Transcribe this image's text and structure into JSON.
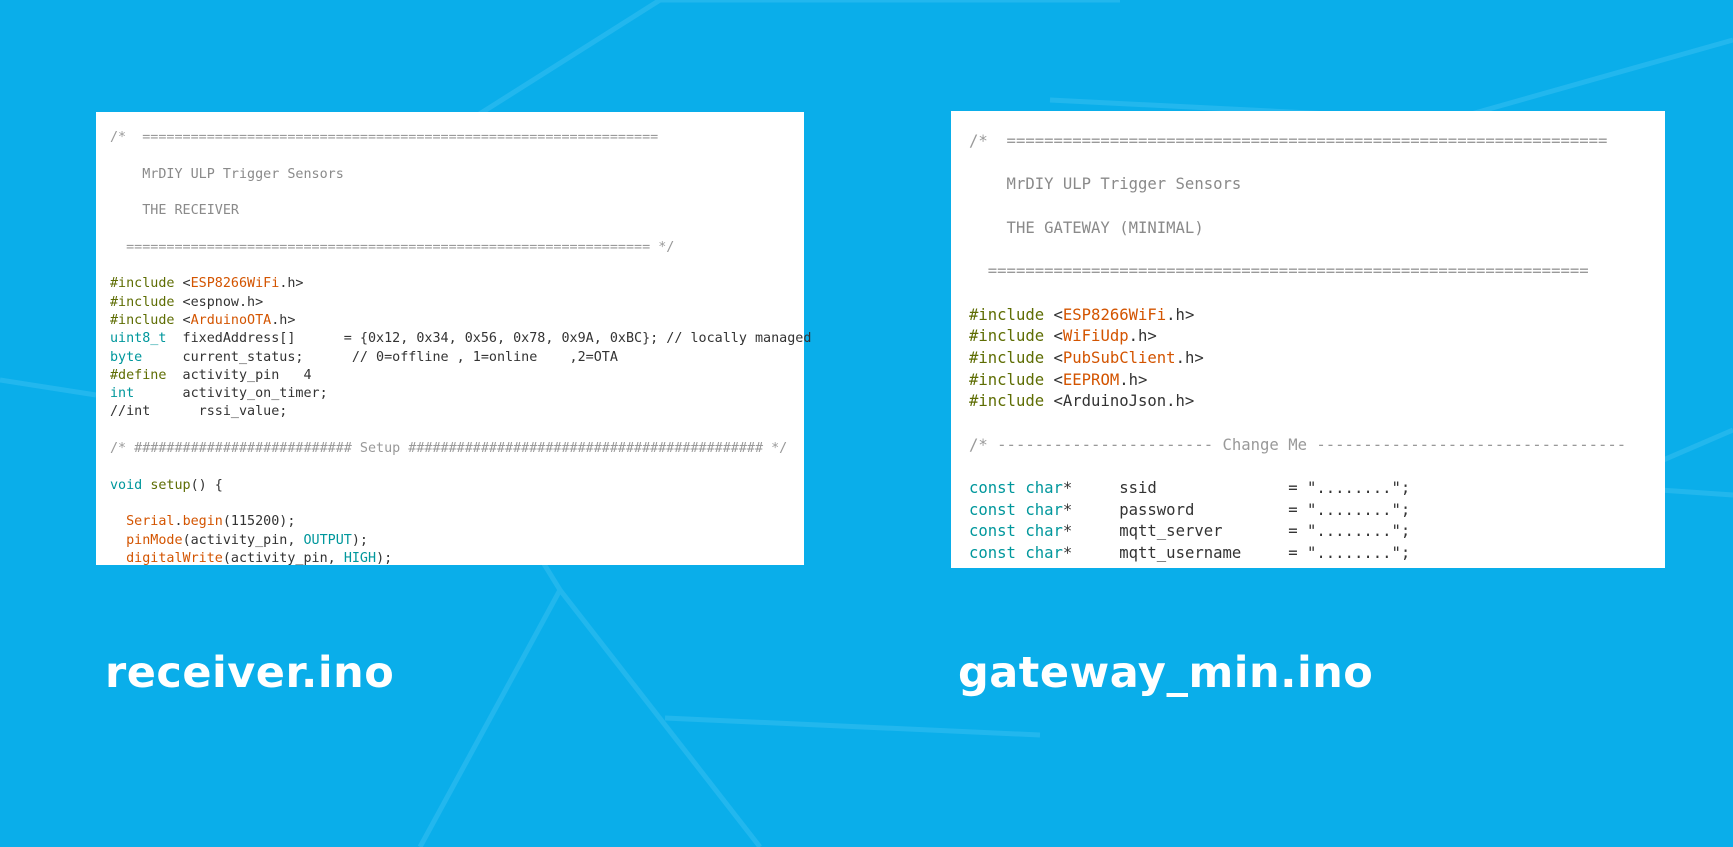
{
  "left_file": {
    "filename": "receiver.ino",
    "lines": [
      [
        {
          "t": "/*  ================================================================",
          "c": "comment"
        }
      ],
      [
        {
          "t": "",
          "c": "plain"
        }
      ],
      [
        {
          "t": "    MrDIY ULP Trigger Sensors",
          "c": "title"
        }
      ],
      [
        {
          "t": "",
          "c": "plain"
        }
      ],
      [
        {
          "t": "    THE RECEIVER",
          "c": "title"
        }
      ],
      [
        {
          "t": "",
          "c": "plain"
        }
      ],
      [
        {
          "t": "  ================================================================= */",
          "c": "comment"
        }
      ],
      [
        {
          "t": "",
          "c": "plain"
        }
      ],
      [
        {
          "t": "#include",
          "c": "preproc"
        },
        {
          "t": " <",
          "c": "plain"
        },
        {
          "t": "ESP8266WiFi",
          "c": "lib"
        },
        {
          "t": ".h>",
          "c": "plain"
        }
      ],
      [
        {
          "t": "#include",
          "c": "preproc"
        },
        {
          "t": " <espnow.h>",
          "c": "plain"
        }
      ],
      [
        {
          "t": "#include",
          "c": "preproc"
        },
        {
          "t": " <",
          "c": "plain"
        },
        {
          "t": "ArduinoOTA",
          "c": "lib"
        },
        {
          "t": ".h>",
          "c": "plain"
        }
      ],
      [
        {
          "t": "uint8_t",
          "c": "type"
        },
        {
          "t": "  fixedAddress[]      = {0x12, 0x34, 0x56, 0x78, 0x9A, 0xBC}; // locally managed",
          "c": "plain"
        }
      ],
      [
        {
          "t": "byte",
          "c": "type"
        },
        {
          "t": "     current_status;      // 0=offline , 1=online    ,2=OTA",
          "c": "plain"
        }
      ],
      [
        {
          "t": "#define",
          "c": "preproc"
        },
        {
          "t": "  activity_pin   4",
          "c": "plain"
        }
      ],
      [
        {
          "t": "int",
          "c": "type"
        },
        {
          "t": "      activity_on_timer;",
          "c": "plain"
        }
      ],
      [
        {
          "t": "//int      rssi_value;",
          "c": "plain"
        }
      ],
      [
        {
          "t": "",
          "c": "plain"
        }
      ],
      [
        {
          "t": "/* ########################### Setup ############################################ */",
          "c": "comment"
        }
      ],
      [
        {
          "t": "",
          "c": "plain"
        }
      ],
      [
        {
          "t": "void",
          "c": "type"
        },
        {
          "t": " ",
          "c": "plain"
        },
        {
          "t": "setup",
          "c": "func"
        },
        {
          "t": "() {",
          "c": "plain"
        }
      ],
      [
        {
          "t": "",
          "c": "plain"
        }
      ],
      [
        {
          "t": "  ",
          "c": "plain"
        },
        {
          "t": "Serial",
          "c": "call"
        },
        {
          "t": ".",
          "c": "plain"
        },
        {
          "t": "begin",
          "c": "call"
        },
        {
          "t": "(115200);",
          "c": "plain"
        }
      ],
      [
        {
          "t": "  ",
          "c": "plain"
        },
        {
          "t": "pinMode",
          "c": "call"
        },
        {
          "t": "(activity_pin, ",
          "c": "plain"
        },
        {
          "t": "OUTPUT",
          "c": "const"
        },
        {
          "t": ");",
          "c": "plain"
        }
      ],
      [
        {
          "t": "  ",
          "c": "plain"
        },
        {
          "t": "digitalWrite",
          "c": "call"
        },
        {
          "t": "(activity_pin, ",
          "c": "plain"
        },
        {
          "t": "HIGH",
          "c": "const"
        },
        {
          "t": ");",
          "c": "plain"
        }
      ]
    ]
  },
  "right_file": {
    "filename": "gateway_min.ino",
    "lines": [
      [
        {
          "t": "/*  ================================================================",
          "c": "comment"
        }
      ],
      [
        {
          "t": "",
          "c": "plain"
        }
      ],
      [
        {
          "t": "    MrDIY ULP Trigger Sensors",
          "c": "title"
        }
      ],
      [
        {
          "t": "",
          "c": "plain"
        }
      ],
      [
        {
          "t": "    THE GATEWAY (MINIMAL)",
          "c": "title"
        }
      ],
      [
        {
          "t": "",
          "c": "plain"
        }
      ],
      [
        {
          "t": "  ================================================================",
          "c": "comment"
        }
      ],
      [
        {
          "t": "",
          "c": "plain"
        }
      ],
      [
        {
          "t": "#include",
          "c": "preproc"
        },
        {
          "t": " <",
          "c": "plain"
        },
        {
          "t": "ESP8266WiFi",
          "c": "lib"
        },
        {
          "t": ".h>",
          "c": "plain"
        }
      ],
      [
        {
          "t": "#include",
          "c": "preproc"
        },
        {
          "t": " <",
          "c": "plain"
        },
        {
          "t": "WiFiUdp",
          "c": "lib"
        },
        {
          "t": ".h>",
          "c": "plain"
        }
      ],
      [
        {
          "t": "#include",
          "c": "preproc"
        },
        {
          "t": " <",
          "c": "plain"
        },
        {
          "t": "PubSubClient",
          "c": "lib"
        },
        {
          "t": ".h>",
          "c": "plain"
        }
      ],
      [
        {
          "t": "#include",
          "c": "preproc"
        },
        {
          "t": " <",
          "c": "plain"
        },
        {
          "t": "EEPROM",
          "c": "lib"
        },
        {
          "t": ".h>",
          "c": "plain"
        }
      ],
      [
        {
          "t": "#include",
          "c": "preproc"
        },
        {
          "t": " <ArduinoJson.h>",
          "c": "plain"
        }
      ],
      [
        {
          "t": "",
          "c": "plain"
        }
      ],
      [
        {
          "t": "/* ----------------------- Change Me ---------------------------------",
          "c": "comment"
        }
      ],
      [
        {
          "t": "",
          "c": "plain"
        }
      ],
      [
        {
          "t": "const",
          "c": "type"
        },
        {
          "t": " ",
          "c": "plain"
        },
        {
          "t": "char",
          "c": "type"
        },
        {
          "t": "*     ssid              = \"........\";",
          "c": "plain"
        }
      ],
      [
        {
          "t": "const",
          "c": "type"
        },
        {
          "t": " ",
          "c": "plain"
        },
        {
          "t": "char",
          "c": "type"
        },
        {
          "t": "*     password          = \"........\";",
          "c": "plain"
        }
      ],
      [
        {
          "t": "const",
          "c": "type"
        },
        {
          "t": " ",
          "c": "plain"
        },
        {
          "t": "char",
          "c": "type"
        },
        {
          "t": "*     mqtt_server       = \"........\";",
          "c": "plain"
        }
      ],
      [
        {
          "t": "const",
          "c": "type"
        },
        {
          "t": " ",
          "c": "plain"
        },
        {
          "t": "char",
          "c": "type"
        },
        {
          "t": "*     mqtt_username     = \"........\";",
          "c": "plain"
        }
      ]
    ]
  },
  "colors": {
    "background": "#0aaeea",
    "comment": "#999999",
    "preproc": "#5e6d03",
    "lib": "#d35400",
    "type": "#00979c"
  }
}
